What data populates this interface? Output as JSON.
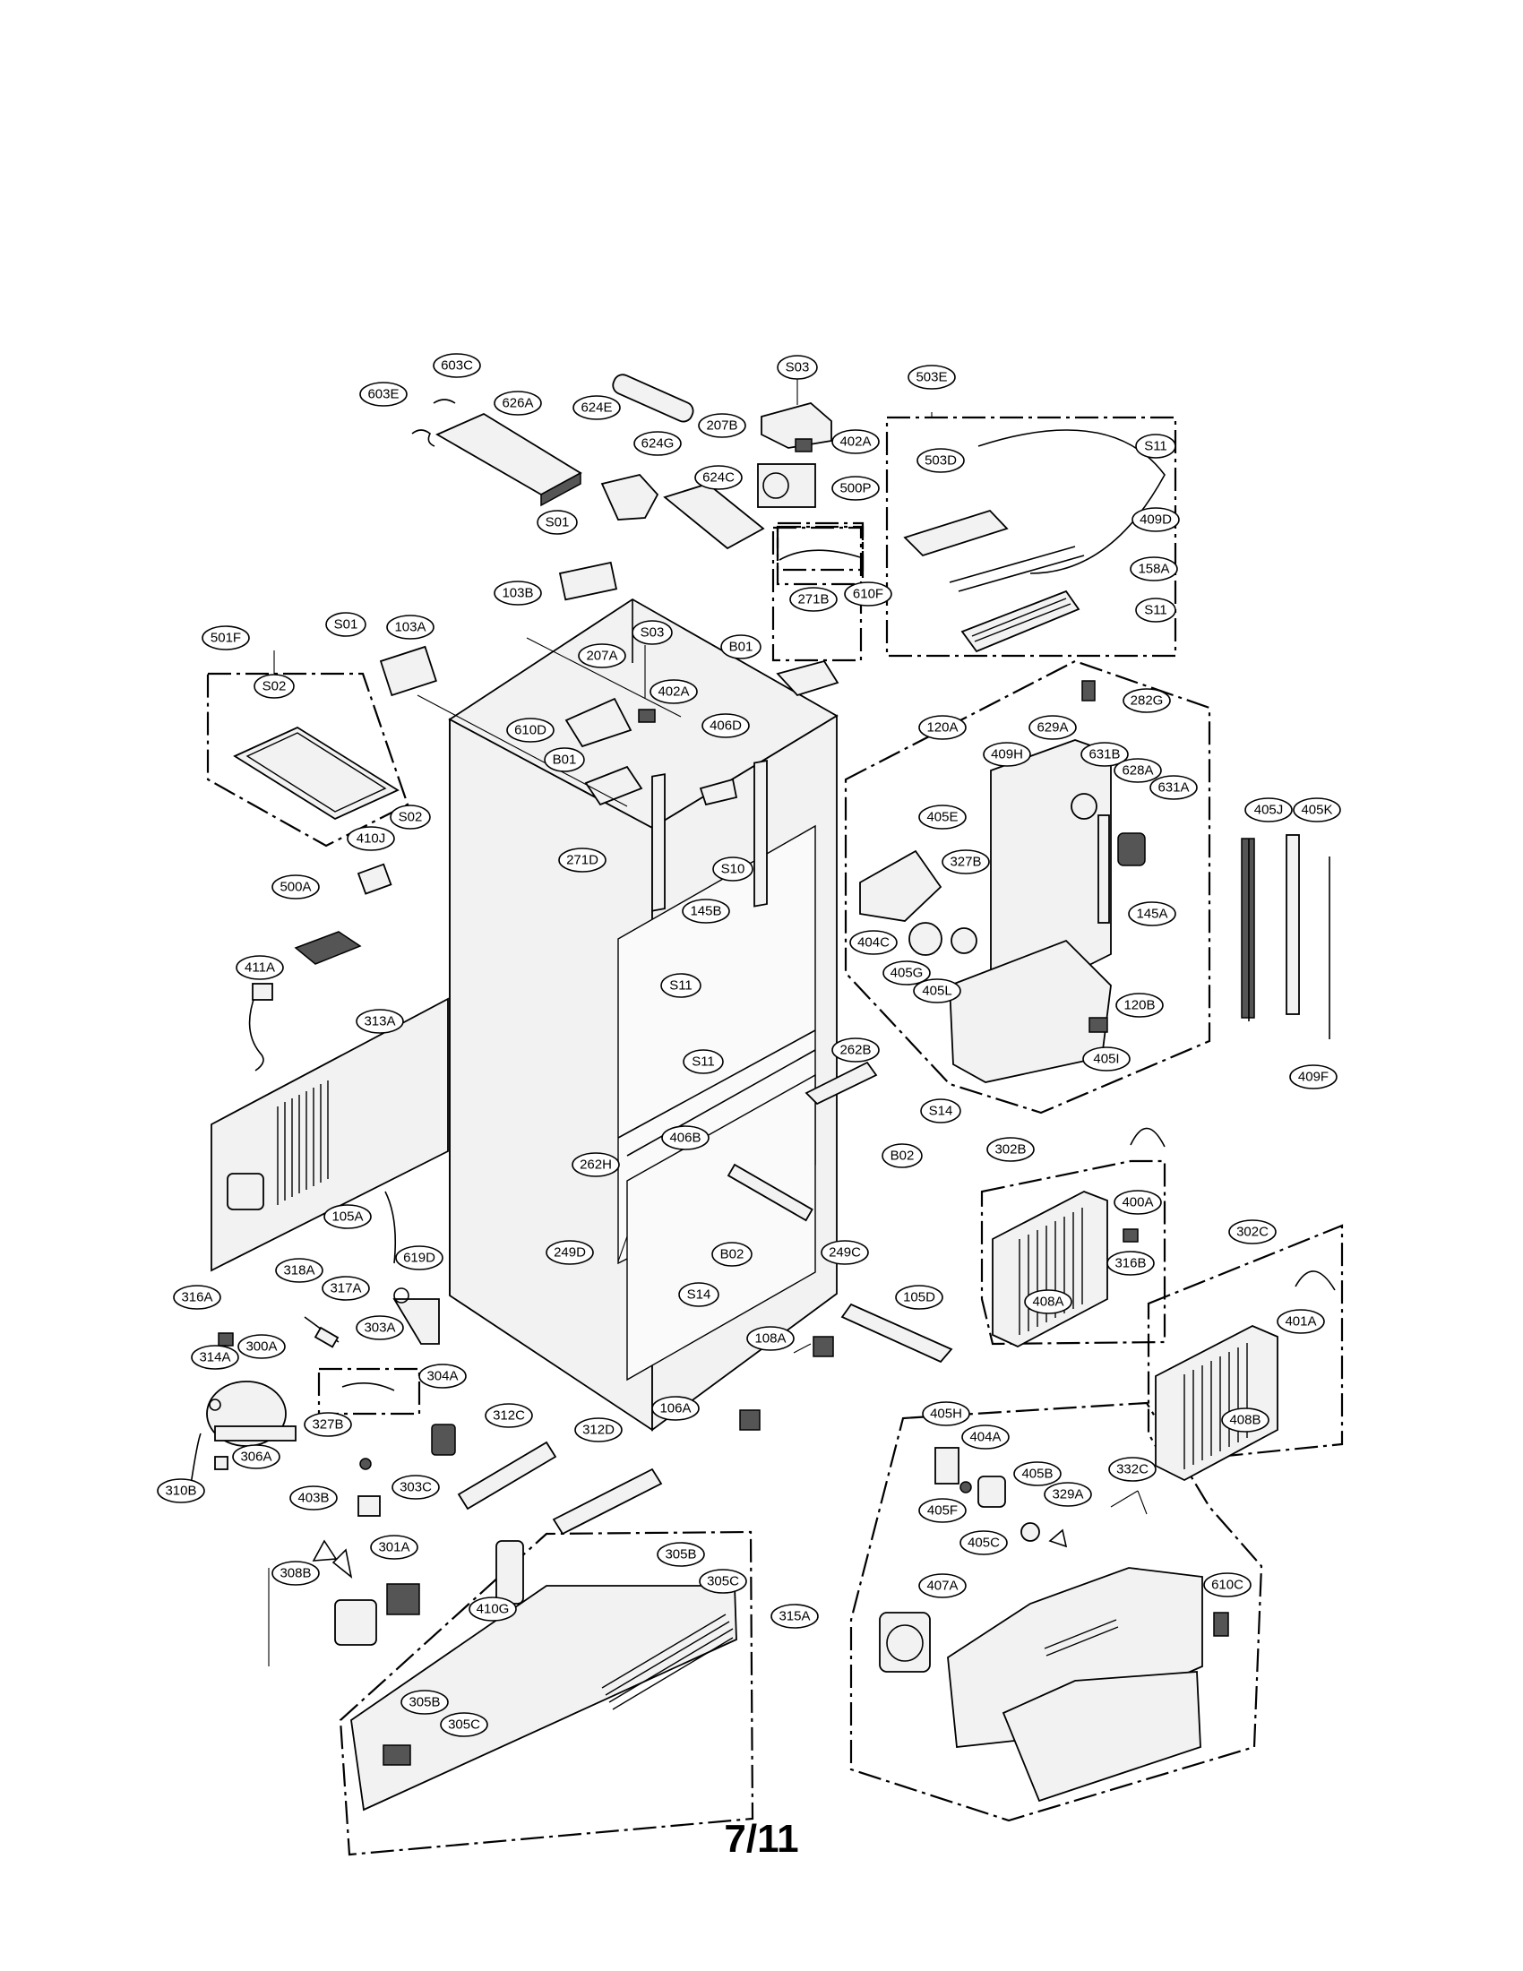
{
  "diagram": {
    "page_number": "7/11",
    "callouts": [
      {
        "id": "c01",
        "label": "603E"
      },
      {
        "id": "c02",
        "label": "603C"
      },
      {
        "id": "c03",
        "label": "626A"
      },
      {
        "id": "c04",
        "label": "624E"
      },
      {
        "id": "c05",
        "label": "S03"
      },
      {
        "id": "c06",
        "label": "207B"
      },
      {
        "id": "c07",
        "label": "402A"
      },
      {
        "id": "c08",
        "label": "503E"
      },
      {
        "id": "c09",
        "label": "624G"
      },
      {
        "id": "c10",
        "label": "624C"
      },
      {
        "id": "c11",
        "label": "500P"
      },
      {
        "id": "c12",
        "label": "503D"
      },
      {
        "id": "c13",
        "label": "S11"
      },
      {
        "id": "c14",
        "label": "S01"
      },
      {
        "id": "c15",
        "label": "409D"
      },
      {
        "id": "c16",
        "label": "103B"
      },
      {
        "id": "c17",
        "label": "610F"
      },
      {
        "id": "c18",
        "label": "158A"
      },
      {
        "id": "c19",
        "label": "271B"
      },
      {
        "id": "c20",
        "label": "S11"
      },
      {
        "id": "c21",
        "label": "501F"
      },
      {
        "id": "c22",
        "label": "S01"
      },
      {
        "id": "c23",
        "label": "103A"
      },
      {
        "id": "c24",
        "label": "S03"
      },
      {
        "id": "c25",
        "label": "B01"
      },
      {
        "id": "c26",
        "label": "207A"
      },
      {
        "id": "c27",
        "label": "S02"
      },
      {
        "id": "c28",
        "label": "402A"
      },
      {
        "id": "c29",
        "label": "282G"
      },
      {
        "id": "c30",
        "label": "610D"
      },
      {
        "id": "c31",
        "label": "406D"
      },
      {
        "id": "c32",
        "label": "120A"
      },
      {
        "id": "c33",
        "label": "629A"
      },
      {
        "id": "c34",
        "label": "B01"
      },
      {
        "id": "c35",
        "label": "409H"
      },
      {
        "id": "c36",
        "label": "631B"
      },
      {
        "id": "c37",
        "label": "628A"
      },
      {
        "id": "c38",
        "label": "S02"
      },
      {
        "id": "c39",
        "label": "631A"
      },
      {
        "id": "c40",
        "label": "410J"
      },
      {
        "id": "c41",
        "label": "405J"
      },
      {
        "id": "c42",
        "label": "405K"
      },
      {
        "id": "c43",
        "label": "271D"
      },
      {
        "id": "c44",
        "label": "405E"
      },
      {
        "id": "c45",
        "label": "S10"
      },
      {
        "id": "c46",
        "label": "500A"
      },
      {
        "id": "c47",
        "label": "327B"
      },
      {
        "id": "c48",
        "label": "145B"
      },
      {
        "id": "c49",
        "label": "404C"
      },
      {
        "id": "c50",
        "label": "145A"
      },
      {
        "id": "c51",
        "label": "411A"
      },
      {
        "id": "c52",
        "label": "405G"
      },
      {
        "id": "c53",
        "label": "405L"
      },
      {
        "id": "c54",
        "label": "S11"
      },
      {
        "id": "c55",
        "label": "120B"
      },
      {
        "id": "c56",
        "label": "313A"
      },
      {
        "id": "c57",
        "label": "S11"
      },
      {
        "id": "c58",
        "label": "405I"
      },
      {
        "id": "c59",
        "label": "409F"
      },
      {
        "id": "c60",
        "label": "262B"
      },
      {
        "id": "c61",
        "label": "S14"
      },
      {
        "id": "c62",
        "label": "406B"
      },
      {
        "id": "c63",
        "label": "B02"
      },
      {
        "id": "c64",
        "label": "302B"
      },
      {
        "id": "c65",
        "label": "262H"
      },
      {
        "id": "c66",
        "label": "400A"
      },
      {
        "id": "c67",
        "label": "105A"
      },
      {
        "id": "c68",
        "label": "302C"
      },
      {
        "id": "c69",
        "label": "249D"
      },
      {
        "id": "c70",
        "label": "B02"
      },
      {
        "id": "c71",
        "label": "249C"
      },
      {
        "id": "c72",
        "label": "316B"
      },
      {
        "id": "c73",
        "label": "318A"
      },
      {
        "id": "c74",
        "label": "619D"
      },
      {
        "id": "c75",
        "label": "317A"
      },
      {
        "id": "c76",
        "label": "316A"
      },
      {
        "id": "c77",
        "label": "S14"
      },
      {
        "id": "c78",
        "label": "105D"
      },
      {
        "id": "c79",
        "label": "408A"
      },
      {
        "id": "c80",
        "label": "401A"
      },
      {
        "id": "c81",
        "label": "303A"
      },
      {
        "id": "c82",
        "label": "108A"
      },
      {
        "id": "c83",
        "label": "314A"
      },
      {
        "id": "c84",
        "label": "300A"
      },
      {
        "id": "c85",
        "label": "304A"
      },
      {
        "id": "c86",
        "label": "106A"
      },
      {
        "id": "c87",
        "label": "312C"
      },
      {
        "id": "c88",
        "label": "405H"
      },
      {
        "id": "c89",
        "label": "408B"
      },
      {
        "id": "c90",
        "label": "327B"
      },
      {
        "id": "c91",
        "label": "312D"
      },
      {
        "id": "c92",
        "label": "404A"
      },
      {
        "id": "c93",
        "label": "306A"
      },
      {
        "id": "c94",
        "label": "310B"
      },
      {
        "id": "c95",
        "label": "303C"
      },
      {
        "id": "c96",
        "label": "332C"
      },
      {
        "id": "c97",
        "label": "405B"
      },
      {
        "id": "c98",
        "label": "403B"
      },
      {
        "id": "c99",
        "label": "405F"
      },
      {
        "id": "c100",
        "label": "329A"
      },
      {
        "id": "c101",
        "label": "305B"
      },
      {
        "id": "c102",
        "label": "301A"
      },
      {
        "id": "c103",
        "label": "405C"
      },
      {
        "id": "c104",
        "label": "308B"
      },
      {
        "id": "c105",
        "label": "305C"
      },
      {
        "id": "c106",
        "label": "407A"
      },
      {
        "id": "c107",
        "label": "610C"
      },
      {
        "id": "c108",
        "label": "410G"
      },
      {
        "id": "c109",
        "label": "315A"
      },
      {
        "id": "c110",
        "label": "305B"
      },
      {
        "id": "c111",
        "label": "305C"
      }
    ]
  }
}
